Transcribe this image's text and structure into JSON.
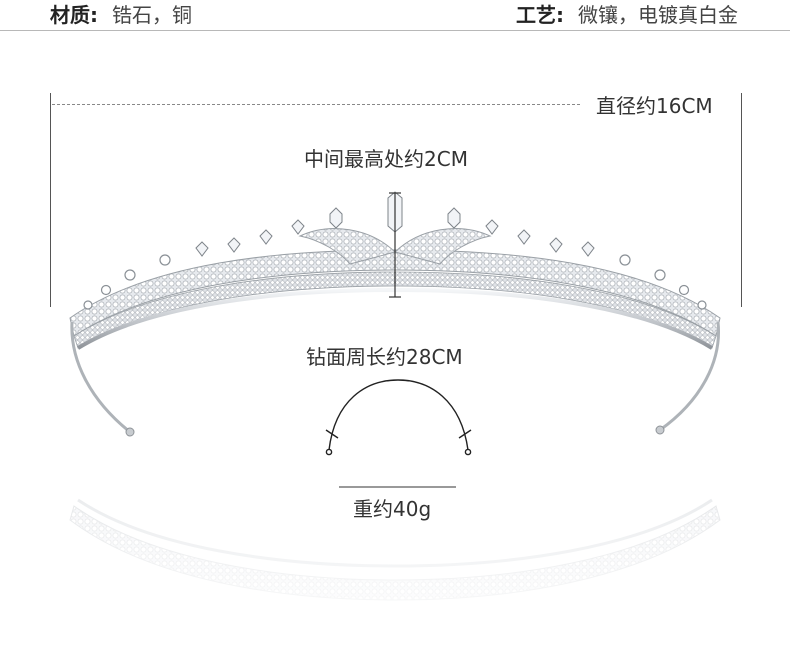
{
  "header": {
    "material_label": "材质:",
    "material_value": "锆石，铜",
    "craft_label": "工艺:",
    "craft_value": "微镶，电镀真白金"
  },
  "dimensions": {
    "diameter": "直径约16CM",
    "center_height": "中间最高处约2CM",
    "perimeter": "钻面周长约28CM",
    "weight": "重约40g"
  },
  "colors": {
    "metal": "#c9ccd0",
    "stone": "#eef1f4",
    "text": "#333333",
    "rule": "#b8b8b8"
  }
}
